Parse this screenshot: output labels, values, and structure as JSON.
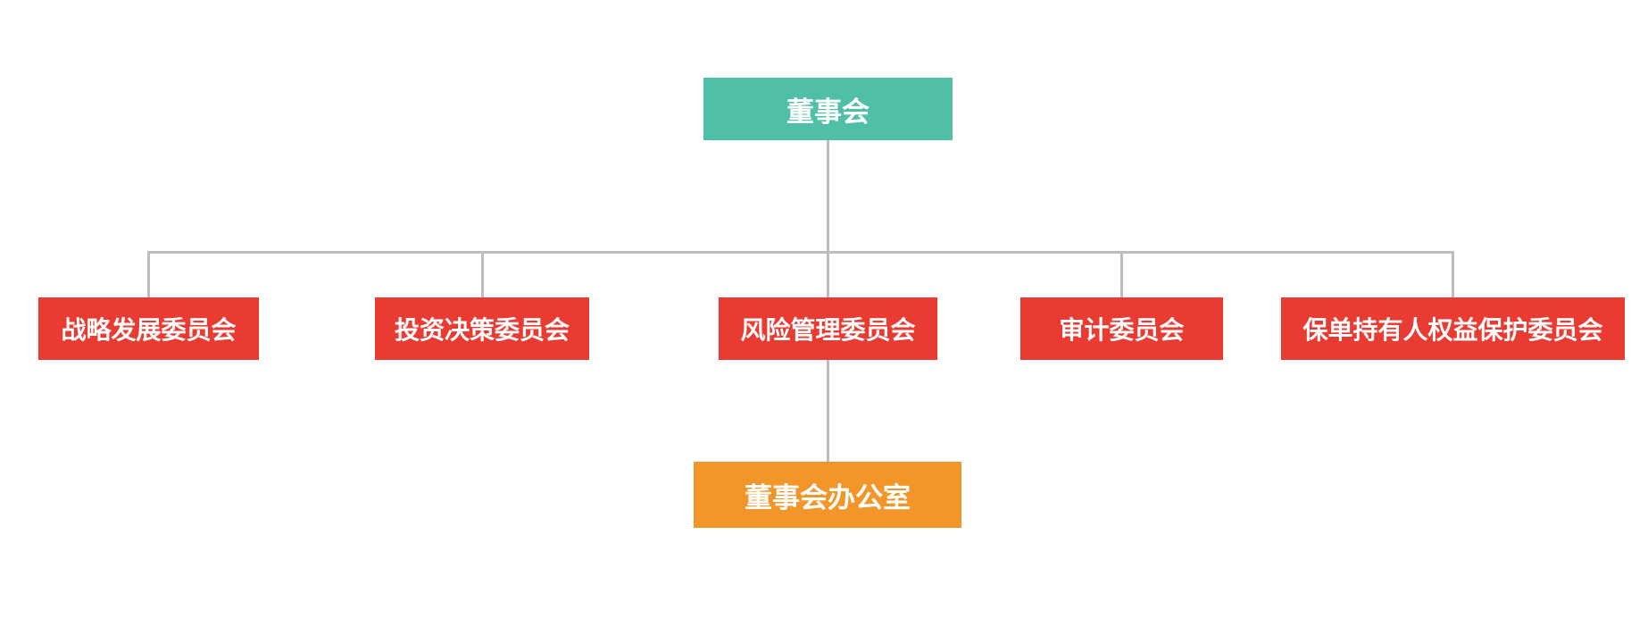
{
  "diagram": {
    "type": "org-chart",
    "root": {
      "label": "董事会"
    },
    "committees": [
      {
        "label": "战略发展委员会"
      },
      {
        "label": "投资决策委员会"
      },
      {
        "label": "风险管理委员会"
      },
      {
        "label": "审计委员会"
      },
      {
        "label": "保单持有人权益保护委员会"
      }
    ],
    "office": {
      "label": "董事会办公室",
      "connected_under": "风险管理委员会"
    },
    "colors": {
      "root_box": "#4FBFA8",
      "committee_box": "#EA3B32",
      "office_box": "#F2962A",
      "connector_line": "#BDBDBD",
      "text": "#FFFFFF",
      "background": "#FFFFFF"
    }
  }
}
